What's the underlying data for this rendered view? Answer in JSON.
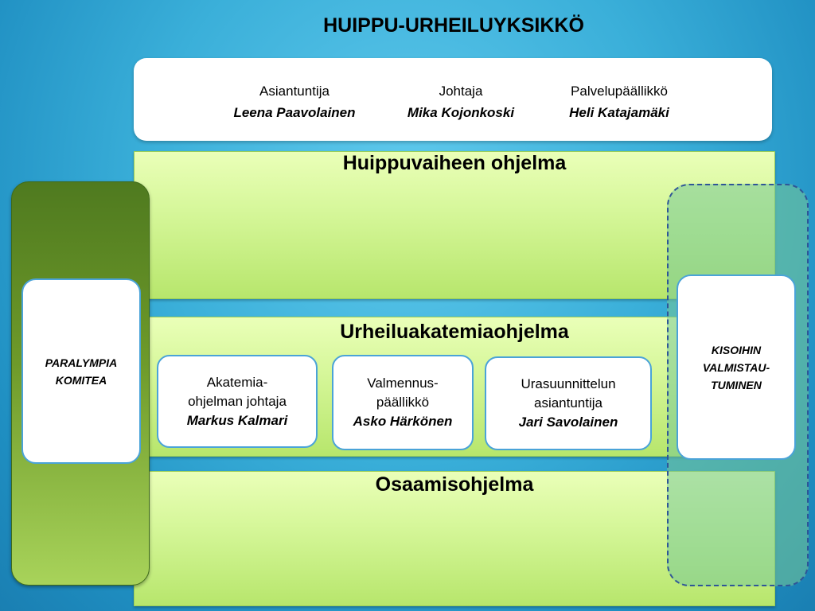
{
  "title": "HUIPPU-URHEILUYKSIKKÖ",
  "header": {
    "columns": [
      {
        "role": "Asiantuntija",
        "name": "Leena Paavolainen"
      },
      {
        "role": "Johtaja",
        "name": "Mika Kojonkoski"
      },
      {
        "role": "Palvelupäällikkö",
        "name": "Heli Katajamäki"
      }
    ]
  },
  "bands": {
    "top": {
      "title": "Huippuvaiheen ohjelma"
    },
    "middle": {
      "title": "Urheiluakatemiaohjelma"
    },
    "bottom": {
      "title": "Osaamisohjelma"
    }
  },
  "people": [
    {
      "role_line1": "Akatemia-",
      "role_line2": "ohjelman johtaja",
      "name": "Markus Kalmari"
    },
    {
      "role_line1": "Valmennus-",
      "role_line2": "päällikkö",
      "name": "Asko Härkönen"
    },
    {
      "role_line1": "Urasuunnittelun",
      "role_line2": "asiantuntija",
      "name": "Jari Savolainen"
    }
  ],
  "left_box": {
    "line1": "PARALYMPIA",
    "line2": "KOMITEA"
  },
  "right_box": {
    "line1": "KISOIHIN",
    "line2": "VALMISTAU-",
    "line3": "TUMINEN"
  },
  "colors": {
    "background": "#3aafd9",
    "band_green": "#d6f79a",
    "left_pill": "#6e9a2a",
    "card_border": "#4aa3d8",
    "dashed_border": "#2f5597"
  }
}
